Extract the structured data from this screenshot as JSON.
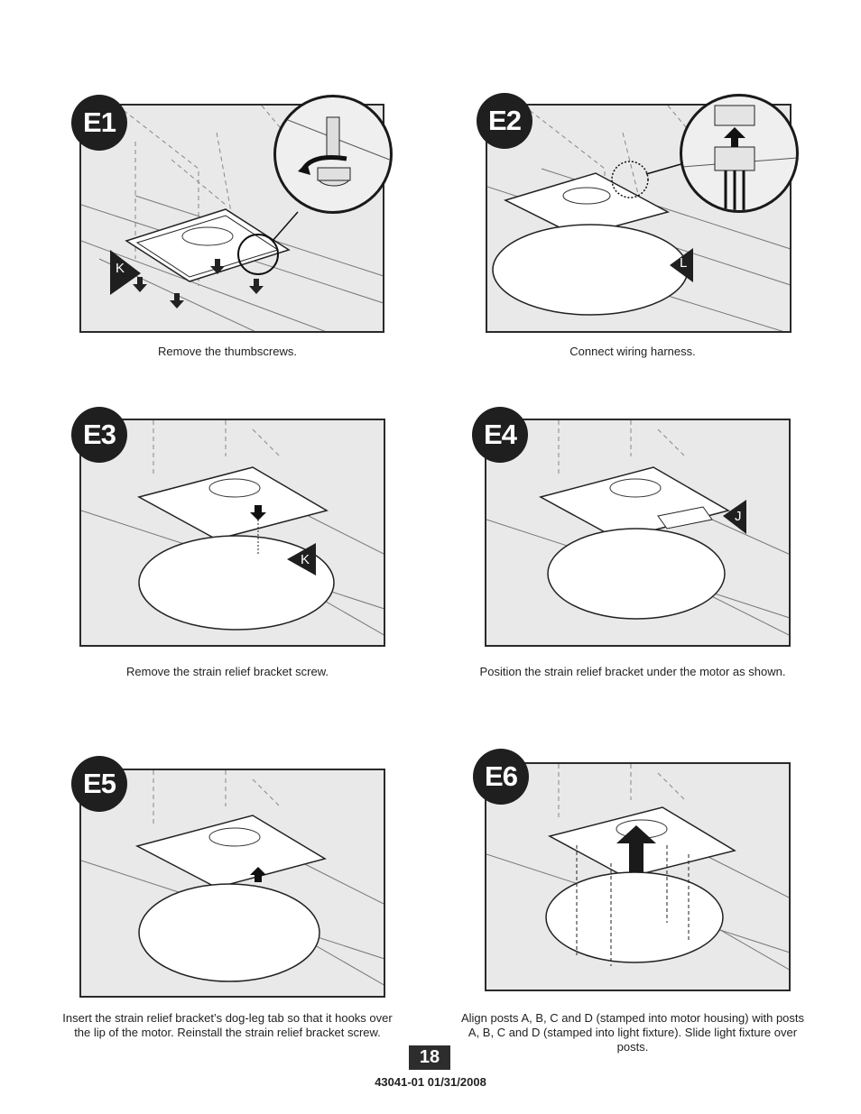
{
  "steps": [
    {
      "id": "E1",
      "caption": "Remove the thumbscrews.",
      "callouts": [
        "K"
      ]
    },
    {
      "id": "E2",
      "caption": "Connect wiring harness.",
      "callouts": [
        "L"
      ]
    },
    {
      "id": "E3",
      "caption": "Remove the strain relief bracket screw.",
      "callouts": [
        "K"
      ]
    },
    {
      "id": "E4",
      "caption": "Position the strain relief bracket under the motor as shown.",
      "callouts": [
        "J"
      ]
    },
    {
      "id": "E5",
      "caption": "Insert the strain relief bracket’s dog-leg tab so that it hooks over the lip of the motor. Reinstall the strain relief bracket screw.",
      "callouts": []
    },
    {
      "id": "E6",
      "caption": "Align posts A, B, C and D (stamped into motor housing) with posts A, B, C and D (stamped into light fixture). Slide light fixture over posts.",
      "callouts": []
    }
  ],
  "footer": {
    "page_number": "18",
    "doc_id": "43041-01  01/31/2008"
  }
}
